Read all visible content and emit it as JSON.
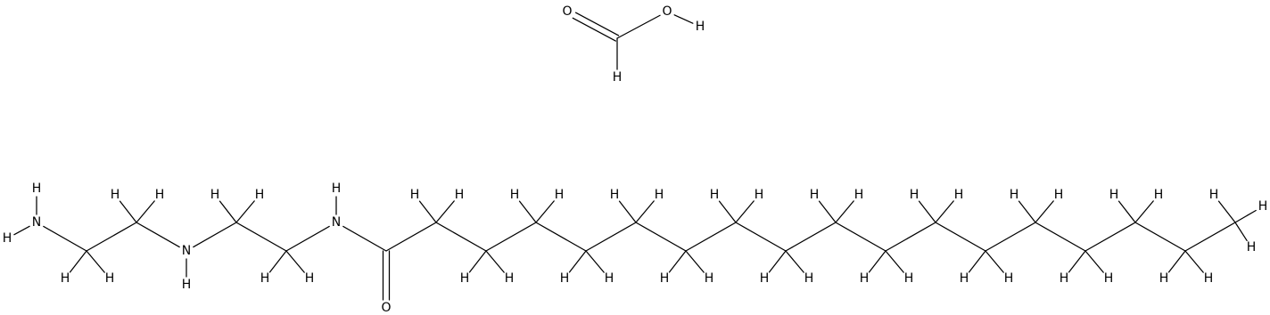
{
  "molecules": [
    {
      "atoms": [
        {
          "id": "O1",
          "label": "O"
        },
        {
          "id": "C1",
          "label": ""
        },
        {
          "id": "O2",
          "label": "O"
        },
        {
          "id": "H1",
          "label": "H"
        },
        {
          "id": "H2",
          "label": "H"
        }
      ],
      "bonds": [
        {
          "from": "C1",
          "to": "O1",
          "order": 2
        },
        {
          "from": "C1",
          "to": "O2",
          "order": 1
        },
        {
          "from": "O2",
          "to": "H1",
          "order": 1
        },
        {
          "from": "C1",
          "to": "H2",
          "order": 1
        }
      ]
    },
    {
      "atoms": [
        {
          "id": "N1",
          "label": "N"
        },
        {
          "id": "HN1a",
          "label": "H"
        },
        {
          "id": "HN1b",
          "label": "H"
        },
        {
          "id": "Ca",
          "label": ""
        },
        {
          "id": "Ca_H1",
          "label": "H"
        },
        {
          "id": "Ca_H2",
          "label": "H"
        },
        {
          "id": "Cb",
          "label": ""
        },
        {
          "id": "Cb_H1",
          "label": "H"
        },
        {
          "id": "Cb_H2",
          "label": "H"
        },
        {
          "id": "N2",
          "label": "N"
        },
        {
          "id": "HN2",
          "label": "H"
        },
        {
          "id": "Cc",
          "label": ""
        },
        {
          "id": "Cc_H1",
          "label": "H"
        },
        {
          "id": "Cc_H2",
          "label": "H"
        },
        {
          "id": "Cd",
          "label": ""
        },
        {
          "id": "Cd_H1",
          "label": "H"
        },
        {
          "id": "Cd_H2",
          "label": "H"
        },
        {
          "id": "N3",
          "label": "N"
        },
        {
          "id": "HN3",
          "label": "H"
        },
        {
          "id": "Ccarb",
          "label": ""
        },
        {
          "id": "Ocarb",
          "label": "O"
        },
        {
          "id": "C2",
          "label": ""
        },
        {
          "id": "C2_H1",
          "label": "H"
        },
        {
          "id": "C2_H2",
          "label": "H"
        },
        {
          "id": "C3",
          "label": ""
        },
        {
          "id": "C3_H1",
          "label": "H"
        },
        {
          "id": "C3_H2",
          "label": "H"
        },
        {
          "id": "C4",
          "label": ""
        },
        {
          "id": "C4_H1",
          "label": "H"
        },
        {
          "id": "C4_H2",
          "label": "H"
        },
        {
          "id": "C5",
          "label": ""
        },
        {
          "id": "C5_H1",
          "label": "H"
        },
        {
          "id": "C5_H2",
          "label": "H"
        },
        {
          "id": "C6",
          "label": ""
        },
        {
          "id": "C6_H1",
          "label": "H"
        },
        {
          "id": "C6_H2",
          "label": "H"
        },
        {
          "id": "C7",
          "label": ""
        },
        {
          "id": "C7_H1",
          "label": "H"
        },
        {
          "id": "C7_H2",
          "label": "H"
        },
        {
          "id": "C8",
          "label": ""
        },
        {
          "id": "C8_H1",
          "label": "H"
        },
        {
          "id": "C8_H2",
          "label": "H"
        },
        {
          "id": "C9",
          "label": ""
        },
        {
          "id": "C9_H1",
          "label": "H"
        },
        {
          "id": "C9_H2",
          "label": "H"
        },
        {
          "id": "C10",
          "label": ""
        },
        {
          "id": "C10_H1",
          "label": "H"
        },
        {
          "id": "C10_H2",
          "label": "H"
        },
        {
          "id": "C11",
          "label": ""
        },
        {
          "id": "C11_H1",
          "label": "H"
        },
        {
          "id": "C11_H2",
          "label": "H"
        },
        {
          "id": "C12",
          "label": ""
        },
        {
          "id": "C12_H1",
          "label": "H"
        },
        {
          "id": "C12_H2",
          "label": "H"
        },
        {
          "id": "C13",
          "label": ""
        },
        {
          "id": "C13_H1",
          "label": "H"
        },
        {
          "id": "C13_H2",
          "label": "H"
        },
        {
          "id": "C14",
          "label": ""
        },
        {
          "id": "C14_H1",
          "label": "H"
        },
        {
          "id": "C14_H2",
          "label": "H"
        },
        {
          "id": "C15",
          "label": ""
        },
        {
          "id": "C15_H1",
          "label": "H"
        },
        {
          "id": "C15_H2",
          "label": "H"
        },
        {
          "id": "C16",
          "label": ""
        },
        {
          "id": "C16_H1",
          "label": "H"
        },
        {
          "id": "C16_H2",
          "label": "H"
        },
        {
          "id": "C17",
          "label": ""
        },
        {
          "id": "C17_H1",
          "label": "H"
        },
        {
          "id": "C17_H2",
          "label": "H"
        },
        {
          "id": "C18",
          "label": ""
        },
        {
          "id": "C18_H1",
          "label": "H"
        },
        {
          "id": "C18_H2",
          "label": "H"
        },
        {
          "id": "C18_H3",
          "label": "H"
        }
      ]
    }
  ]
}
